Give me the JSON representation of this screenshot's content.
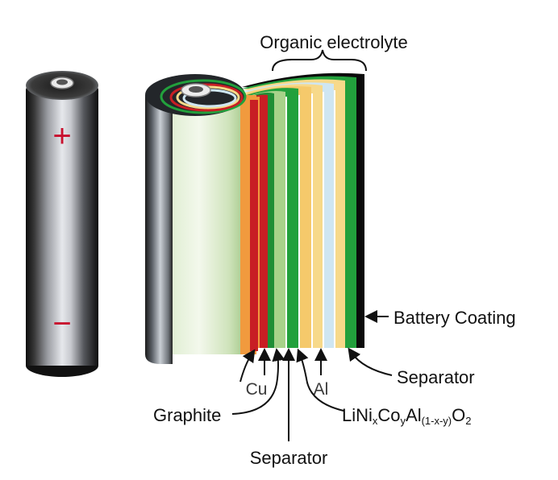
{
  "labels": {
    "organic_electrolyte": "Organic electrolyte",
    "battery_coating": "Battery Coating",
    "separator_right": "Separator",
    "separator_bottom": "Separator",
    "graphite": "Graphite",
    "cu": "Cu",
    "al": "Al",
    "cathode": {
      "li_ni": "LiNi",
      "x": "x",
      "co": "Co",
      "y": "y",
      "al": "Al",
      "sub_1xy": "(1-x-y)",
      "o": "O",
      "two": "2"
    }
  },
  "signs": {
    "plus": "+",
    "minus": "−"
  },
  "colors": {
    "terminal_red": "#c8102e",
    "separator_green": "#22a03c",
    "copper_red": "#c81e24",
    "graphite_orange": "#f19a3e",
    "cathode_yellow": "#f7d98a",
    "aluminum_blue": "#cfe6f2",
    "electrolyte_light_green": "#a8d28a",
    "coating_black": "#0b0b0b"
  }
}
